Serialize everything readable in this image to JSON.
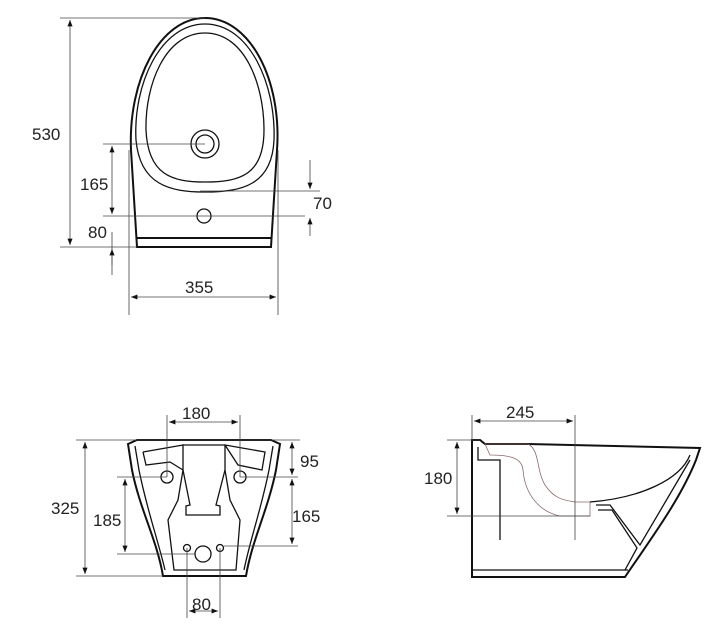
{
  "top_view": {
    "height": "530",
    "drain_offset": "165",
    "bottom_offset": "80",
    "hole_offset": "70",
    "width": "355"
  },
  "back_view": {
    "hole_spacing": "180",
    "height": "325",
    "lower_offset": "185",
    "top_offset": "95",
    "hole_to_bottom": "165",
    "bottom_hole_spacing": "80"
  },
  "side_view": {
    "depth": "245",
    "height": "180"
  },
  "colors": {
    "line": "#111111",
    "hatch": "#8a6a6a"
  }
}
